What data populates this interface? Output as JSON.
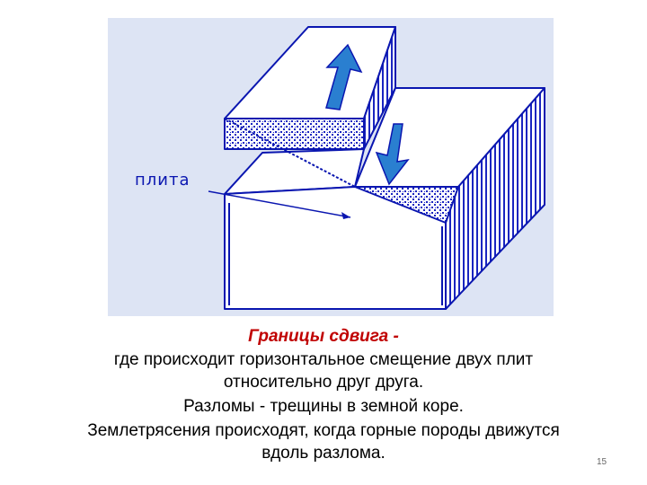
{
  "figure": {
    "plate_label": "плита",
    "colors": {
      "background": "#dde4f4",
      "outline": "#0a16b0",
      "arrow": "#2a7fd0",
      "face_fill": "#ffffff",
      "hatch": "#1a25c0"
    },
    "arrows": [
      {
        "name": "up-arrow",
        "direction": "up"
      },
      {
        "name": "down-arrow",
        "direction": "down"
      }
    ]
  },
  "caption": {
    "title": "Границы сдвига",
    "title_suffix": " -",
    "lines": [
      "где происходит горизонтальное смещение двух плит",
      "относительно друг друга.",
      "Разломы - трещины в земной коре.",
      "Землетрясения происходят, когда горные породы движутся",
      "вдоль разлома."
    ]
  },
  "page_number": "15"
}
